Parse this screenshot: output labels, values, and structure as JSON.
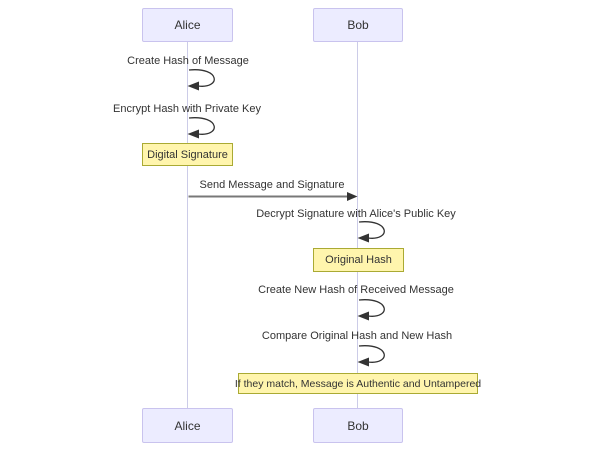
{
  "actors": {
    "alice": "Alice",
    "bob": "Bob"
  },
  "messages": {
    "create_hash": "Create Hash of Message",
    "encrypt_hash": "Encrypt Hash with Private Key",
    "send": "Send Message and Signature",
    "decrypt": "Decrypt Signature with Alice's Public Key",
    "new_hash": "Create New Hash of Received Message",
    "compare": "Compare Original Hash and New Hash"
  },
  "notes": {
    "digital_signature": "Digital Signature",
    "original_hash": "Original Hash",
    "match": "If they match, Message is Authentic and Untampered"
  },
  "colors": {
    "actor_fill": "#ECECFF",
    "actor_border": "#C9C3EE",
    "note_fill": "#FFF5AD",
    "note_border": "#AAAA33",
    "text": "#333333",
    "line": "#787878",
    "loop_line": "#333333",
    "lifeline": "#CCCCE8"
  }
}
